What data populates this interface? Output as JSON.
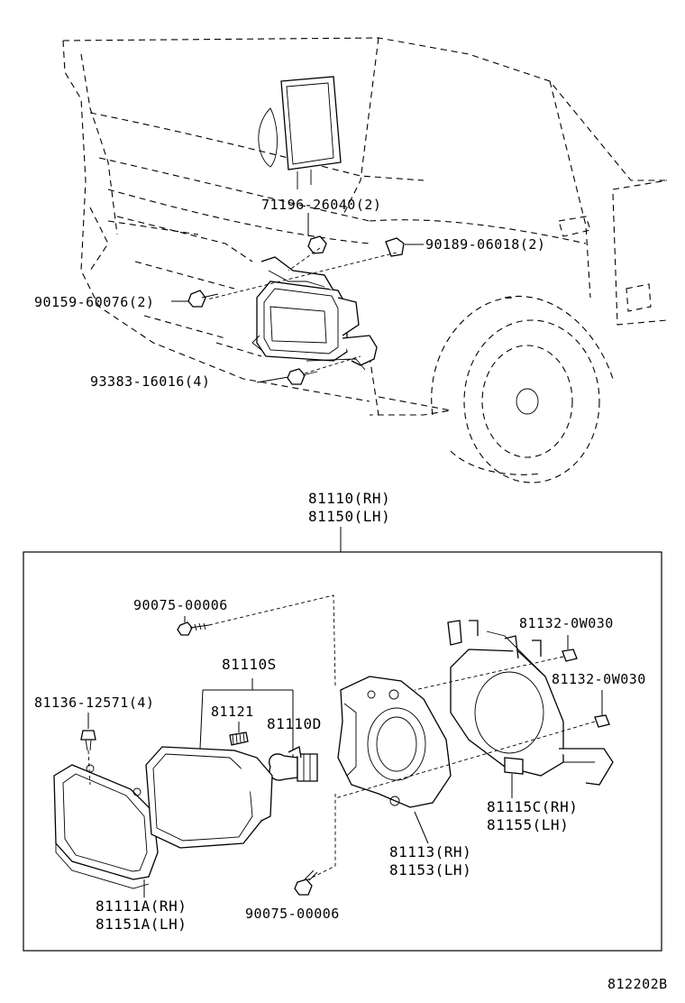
{
  "diagram_code": "812202B",
  "vehicle_callouts": {
    "c71196": "71196-26040(2)",
    "c90189": "90189-06018(2)",
    "c90159": "90159-60076(2)",
    "c93383": "93383-16016(4)"
  },
  "assembly": {
    "rh": "81110(RH)",
    "lh": "81150(LH)"
  },
  "parts": {
    "screw_top": "90075-00006",
    "screw_bottom": "90075-00006",
    "bulb_set": "81110S",
    "clip_81136": "81136-12571(4)",
    "screw_81121": "81121",
    "bulb_81110d": "81110D",
    "nut_1": "81132-0W030",
    "nut_2": "81132-0W030",
    "bracket_rh": "81115C(RH)",
    "bracket_lh": "81155(LH)",
    "housing_rh": "81113(RH)",
    "housing_lh": "81153(LH)",
    "frame_rh": "81111A(RH)",
    "frame_lh": "81151A(LH)"
  }
}
